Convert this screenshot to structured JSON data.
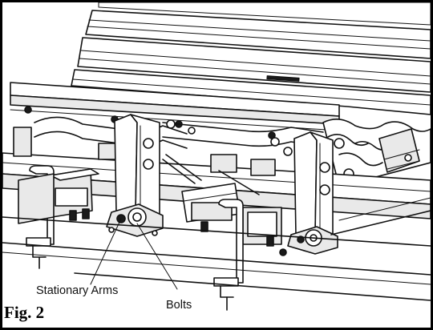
{
  "figure": {
    "label": "Fig. 2",
    "callouts": {
      "stationary_arms": "Stationary Arms",
      "bolts": "Bolts"
    }
  }
}
